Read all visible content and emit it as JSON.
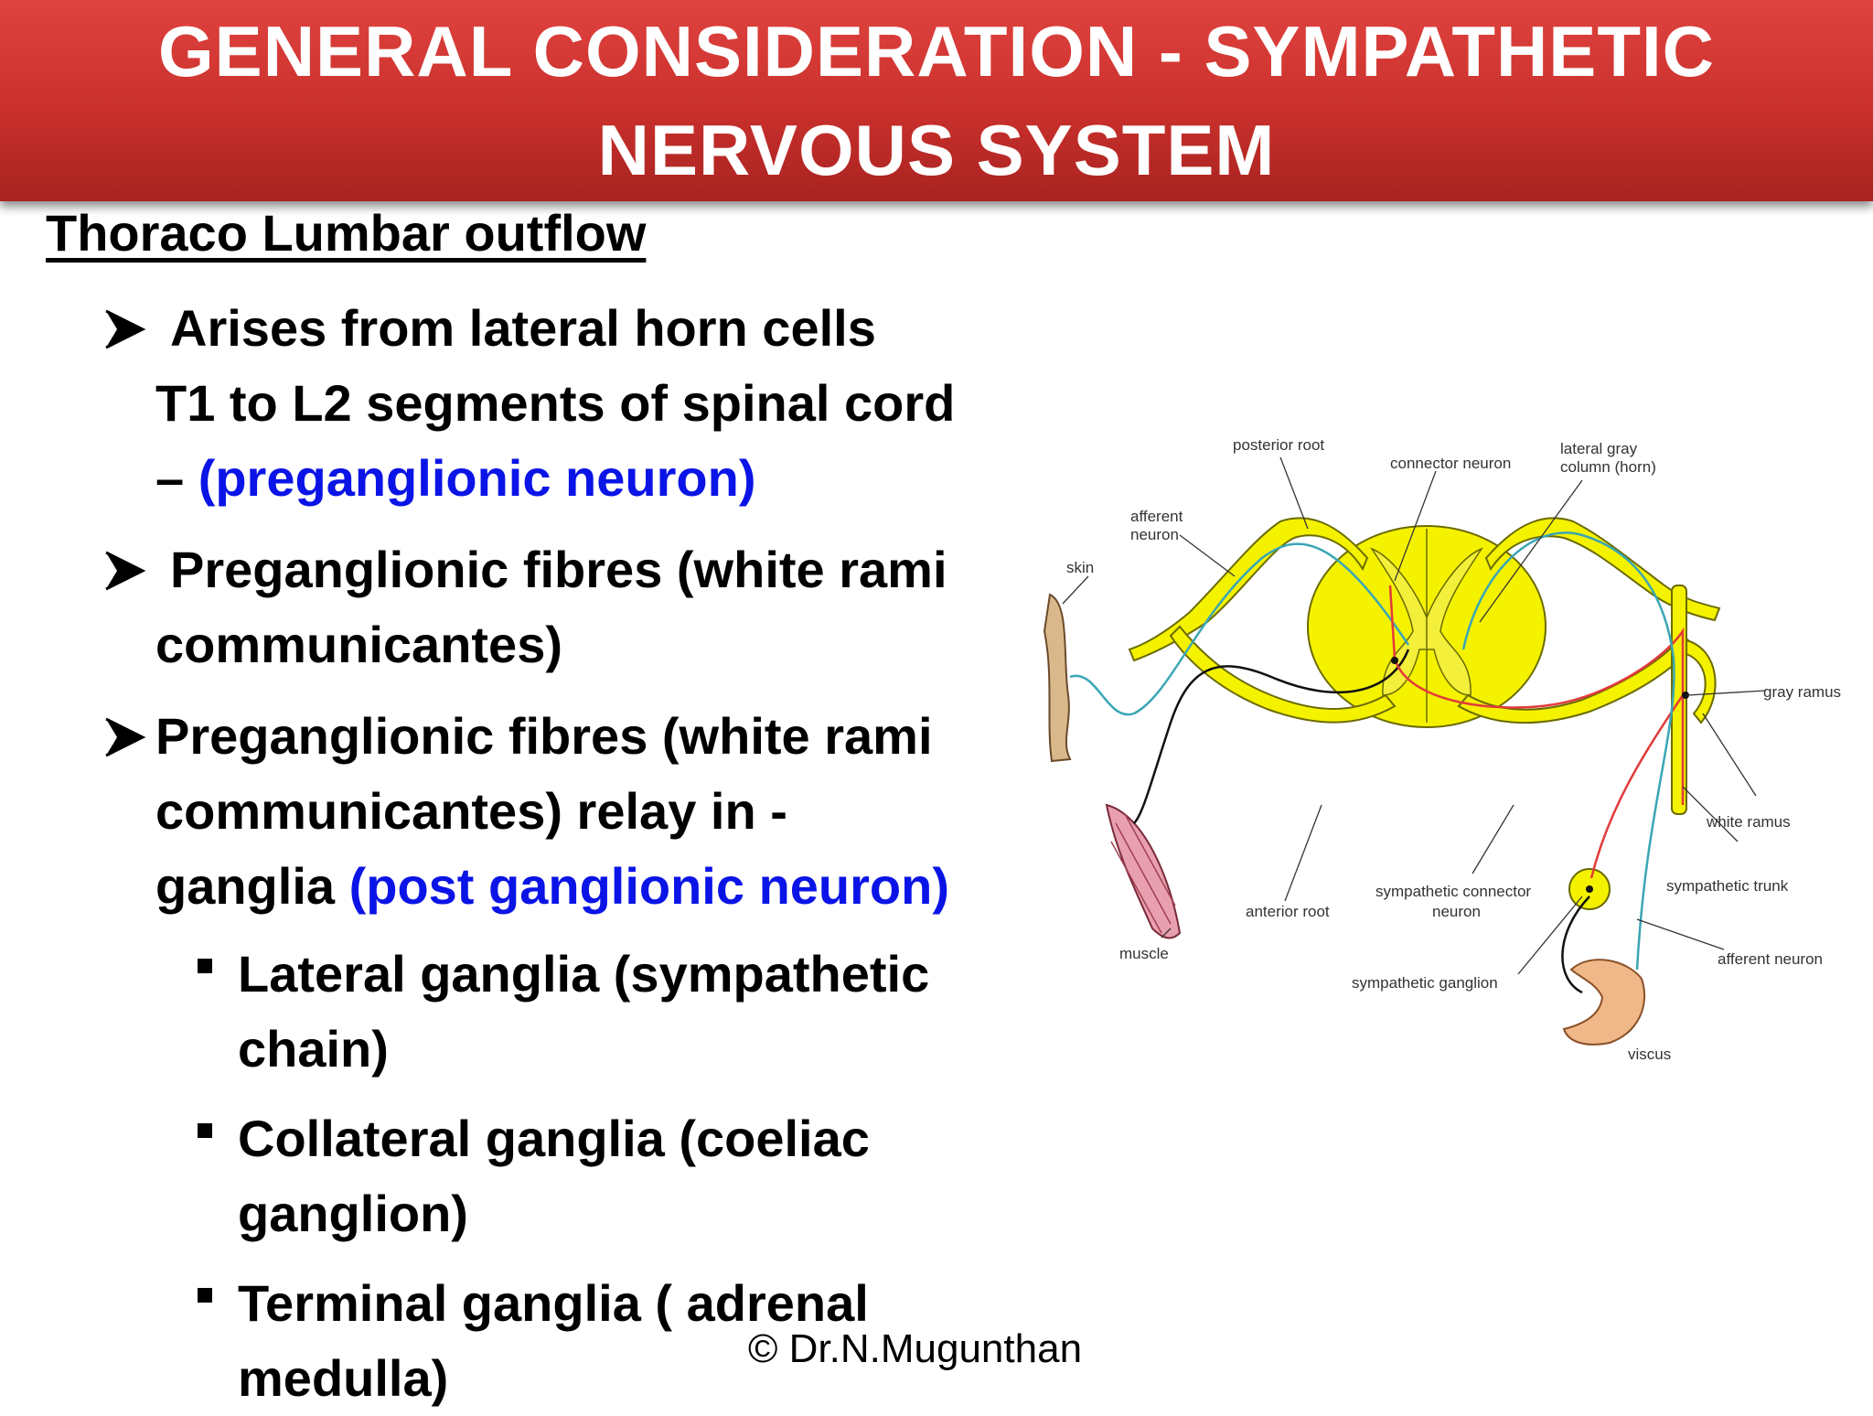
{
  "title": {
    "line1": "GENERAL CONSIDERATION - SYMPATHETIC",
    "line2": "NERVOUS SYSTEM"
  },
  "heading": "Thoraco Lumbar outflow",
  "bullets": [
    {
      "line1": "Arises from lateral horn cells",
      "line2": "T1 to L2 segments of spinal cord",
      "line3_prefix": "– ",
      "line3_blue": "(preganglionic neuron)"
    },
    {
      "line1": "Preganglionic fibres (white rami",
      "line2": "communicantes)"
    },
    {
      "line1": "Preganglionic fibres (white rami",
      "line2": "communicantes) relay in  -",
      "line3_prefix": "ganglia ",
      "line3_blue": "(post ganglionic neuron)"
    }
  ],
  "subbullets": [
    {
      "line1": "Lateral ganglia (sympathetic",
      "line2": "chain)"
    },
    {
      "line1": "Collateral ganglia (coeliac",
      "line2": "ganglion)"
    },
    {
      "line1": "Terminal ganglia ( adrenal",
      "line2": "medulla)"
    }
  ],
  "copyright": "© Dr.N.Mugunthan",
  "diagram_labels": {
    "posterior_root": "posterior root",
    "connector_neuron": "connector neuron",
    "lateral_gray_1": "lateral gray",
    "lateral_gray_2": "column (horn)",
    "afferent_neuron_1": "afferent",
    "afferent_neuron_2": "neuron",
    "skin": "skin",
    "gray_ramus": "gray ramus",
    "white_ramus": "white ramus",
    "sympathetic_trunk": "sympathetic trunk",
    "afferent_neuron_right": "afferent neuron",
    "anterior_root": "anterior root",
    "sympathetic_connector_1": "sympathetic connector",
    "sympathetic_connector_2": "neuron",
    "sympathetic_ganglion": "sympathetic ganglion",
    "muscle": "muscle",
    "viscus": "viscus"
  },
  "colors": {
    "title_red": "#c9302c",
    "emphasis_blue": "#0a14e6",
    "cord_yellow": "#f5f200",
    "nerve_red": "#e23a3a",
    "nerve_teal": "#3aa6b4"
  }
}
